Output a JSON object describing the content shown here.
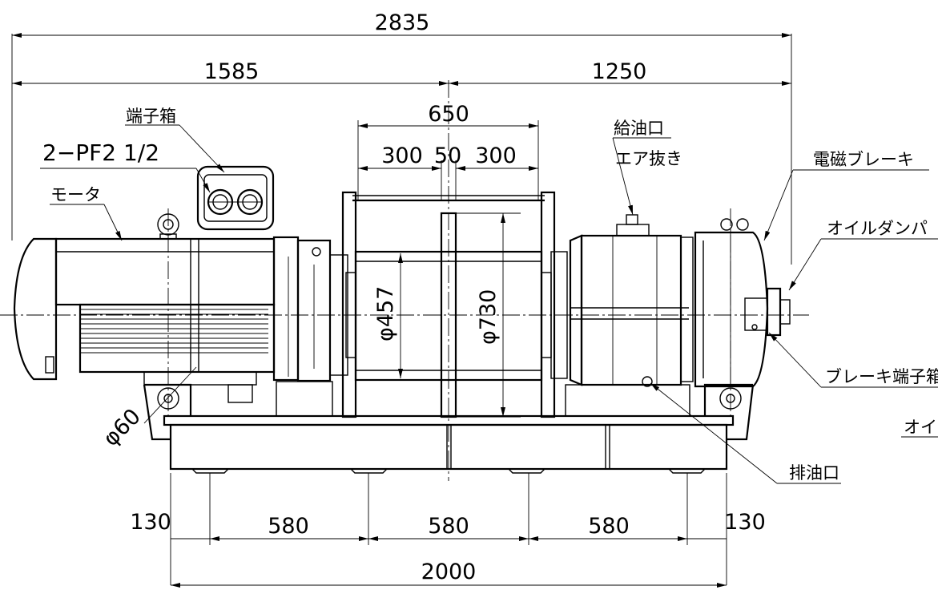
{
  "dimensions": {
    "overall_length": "2835",
    "left_span": "1585",
    "right_span": "1250",
    "drum_width": "650",
    "drum_left": "300",
    "drum_mid": "50",
    "drum_right": "300",
    "drum_dia": "φ457",
    "flange_dia": "φ730",
    "pin_dia": "φ60",
    "edge_left": "130",
    "pitch_1": "580",
    "pitch_2": "580",
    "pitch_3": "580",
    "edge_right": "130",
    "base_length": "2000"
  },
  "labels": {
    "terminal_box": "端子箱",
    "conduit": "2−PF2 1/2",
    "motor": "モータ",
    "oil_inlet": "給油口",
    "air_vent": "エア抜き",
    "electromagnetic_brake": "電磁ブレーキ",
    "oil_damper": "オイルダンパ",
    "brake_terminal": "ブレーキ端子箱",
    "oil_partial": "オイ",
    "oil_drain": "排油口"
  }
}
